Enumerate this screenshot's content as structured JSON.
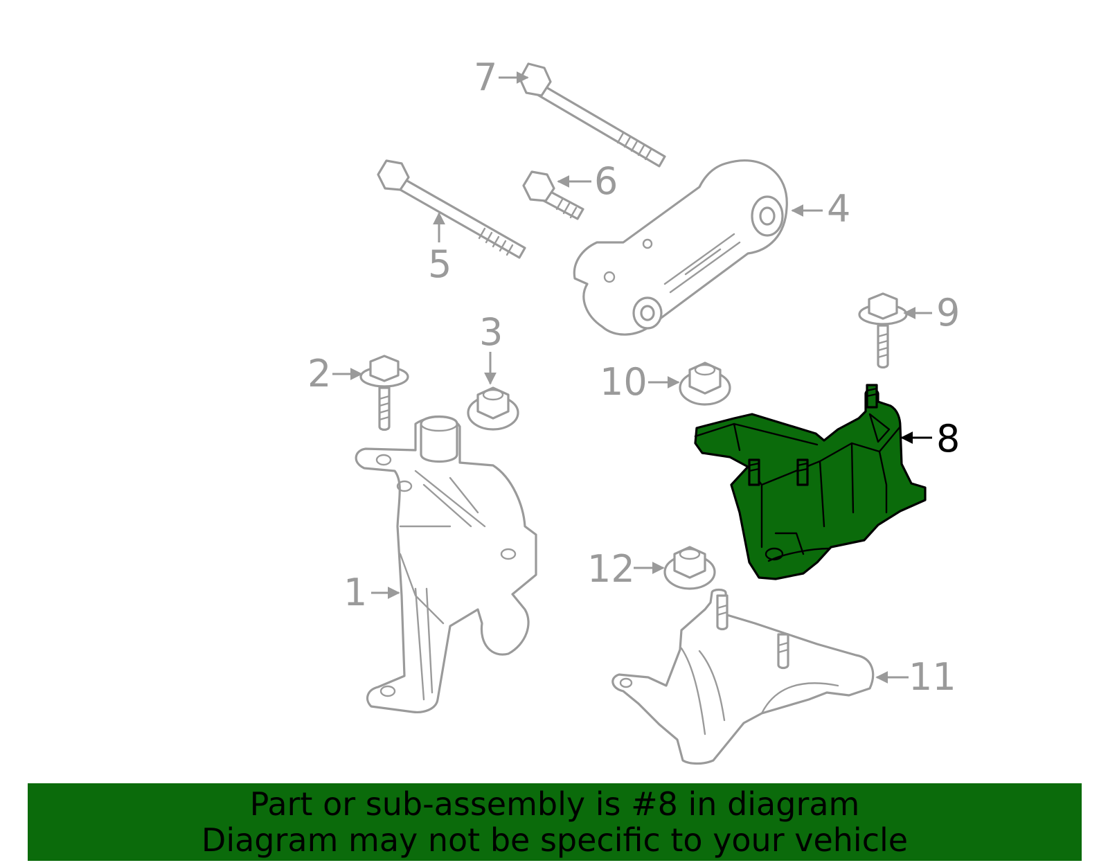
{
  "callouts": [
    "1",
    "2",
    "3",
    "4",
    "5",
    "6",
    "7",
    "8",
    "9",
    "10",
    "11",
    "12"
  ],
  "highlighted_callout": "8",
  "colors": {
    "highlight": "#0b6b0b",
    "parts": "#9a9a9a",
    "footer_bg": "#0b6b0b"
  },
  "footer": {
    "line1": "Part or sub-assembly is #8 in diagram",
    "line2": "Diagram may not be specific to your vehicle"
  }
}
